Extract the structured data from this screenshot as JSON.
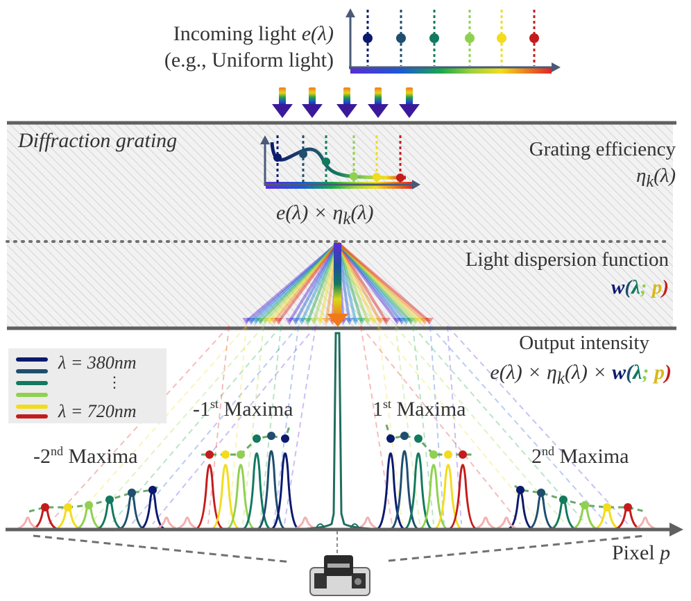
{
  "incoming": {
    "line1": "Incoming light",
    "symbol": "e(λ)",
    "line2": "(e.g., Uniform light)"
  },
  "grating": {
    "title": "Diffraction grating",
    "efficiency_label": "Grating efficiency",
    "efficiency_symbol": "η",
    "efficiency_sub": "k",
    "efficiency_arg": "(λ)",
    "product_a": "e(λ) × η",
    "product_sub": "k",
    "product_b": "(λ)"
  },
  "dispersion": {
    "label": "Light dispersion function",
    "w": "w",
    "open": "(",
    "lam": "λ",
    "semi": ";",
    "p": " p",
    "close": ")"
  },
  "output": {
    "label": "Output intensity",
    "formula_a": "e(λ) × η",
    "formula_sub": "k",
    "formula_b": "(λ) × "
  },
  "legend": {
    "first": "λ = 380nm",
    "dots": "⋮",
    "last": "λ = 720nm"
  },
  "maxima": {
    "m2n": {
      "pre": "-2",
      "sup": "nd",
      "word": " Maxima"
    },
    "m1n": {
      "pre": "-1",
      "sup": "st",
      "word": " Maxima"
    },
    "m1p": {
      "pre": "1",
      "sup": "st",
      "word": " Maxima"
    },
    "m2p": {
      "pre": "2",
      "sup": "nd",
      "word": " Maxima"
    }
  },
  "axis": {
    "label": "Pixel",
    "var": "p"
  },
  "colors": {
    "wl": [
      "#0b1a6e",
      "#1f4e6e",
      "#127a5e",
      "#8fd14f",
      "#f2dc1d",
      "#c41c1c"
    ],
    "ink": "#555555"
  }
}
